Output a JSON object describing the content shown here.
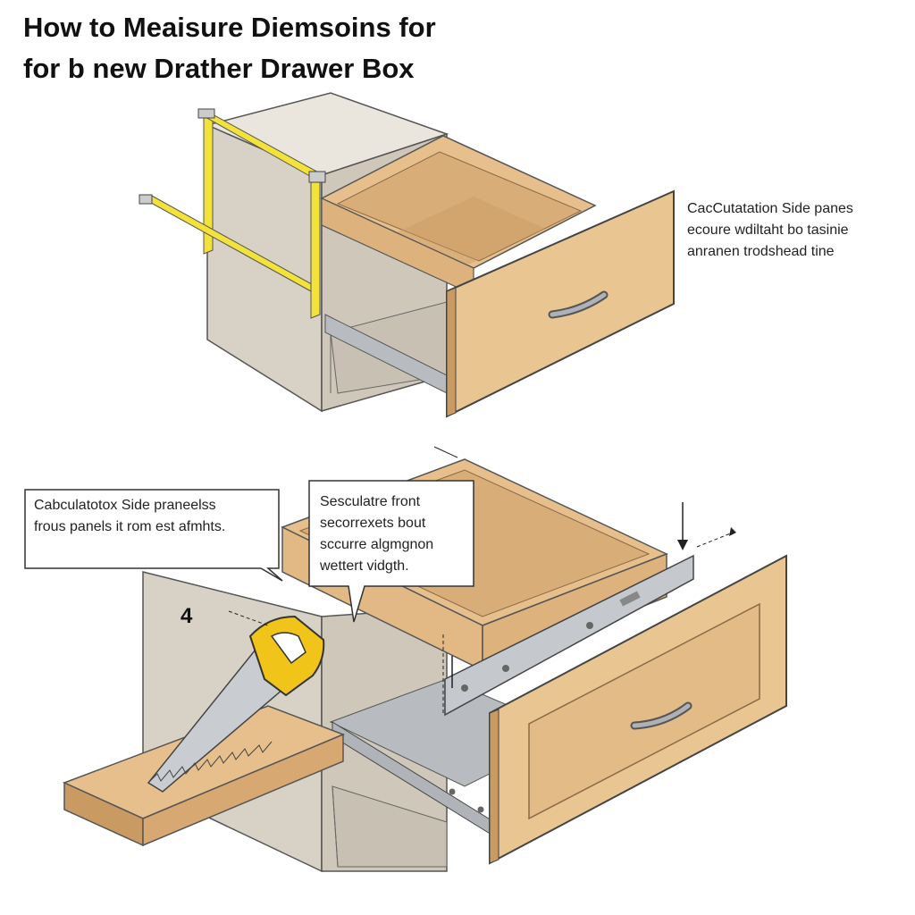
{
  "title": {
    "line1": "How to Meaisure Diemsoins for",
    "line2": "for b new Drather Drawer Box"
  },
  "top_note": {
    "line1": "CacCutatation Side panes",
    "line2": "ecoure wdiltaht bo tasinie",
    "line3": "anranen trodshead tine"
  },
  "bubble_left": {
    "line1": "Cabculatotox Side praneelss",
    "line2": "frous panels it rom est afmhts."
  },
  "bubble_right": {
    "line1": "Sesculatre front",
    "line2": "secorrexets bout",
    "line3": "sccurre algmgnon",
    "line4": "wettert vidgth."
  },
  "step_number": "4",
  "colors": {
    "cabinet": "#d8d2c6",
    "wood": "#e6bf8d",
    "wood_dark": "#c99b63",
    "tape": "#f2e23a",
    "saw_handle": "#f0c419",
    "metal": "#b8bcc0"
  },
  "icons": {
    "drawer_handle": "bar-pull-handle-icon",
    "saw": "hand-saw-icon",
    "tape": "measuring-tape-icon"
  }
}
